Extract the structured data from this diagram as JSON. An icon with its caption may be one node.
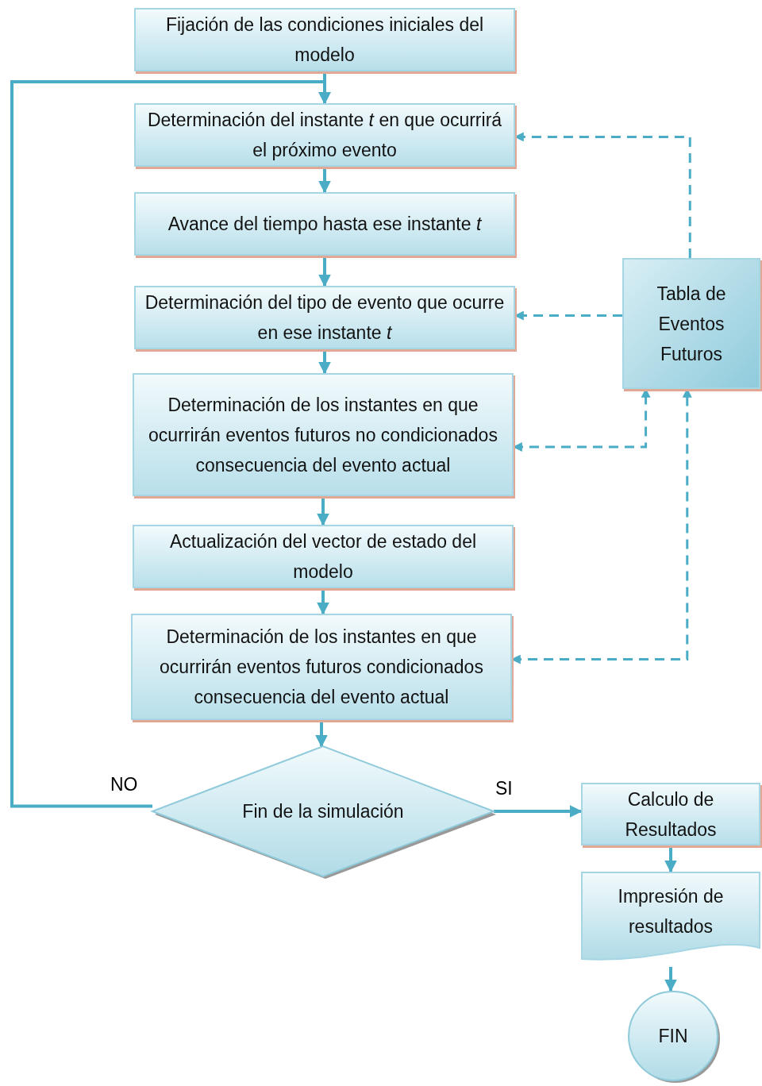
{
  "diagram": {
    "nodes": [
      {
        "text": [
          "Fijación de las condiciones iniciales del modelo"
        ]
      },
      {
        "text": [
          "Determinación del instante *t* en que ocurrirá el próximo evento"
        ]
      },
      {
        "text": [
          "Avance del tiempo hasta ese instante *t*"
        ]
      },
      {
        "text": [
          "Determinación del tipo de evento que ocurre en ese instante *t*"
        ]
      },
      {
        "text": [
          "Determinación de los instantes en que ocurrirán eventos futuros no condicionados consecuencia del evento actual"
        ]
      },
      {
        "text": [
          "Actualización del vector de estado del modelo"
        ]
      },
      {
        "text": [
          "Determinación de los instantes en que ocurrirán eventos futuros condicionados consecuencia del evento actual"
        ]
      },
      {
        "text": [
          "Fin de la simulación"
        ]
      },
      {
        "text": [
          "Tabla de Eventos Futuros"
        ]
      },
      {
        "text": [
          "Calculo de Resultados"
        ]
      },
      {
        "text": [
          "Impresión de resultados"
        ]
      },
      {
        "text": [
          "FIN"
        ]
      }
    ],
    "edges": [
      {
        "from": 0,
        "to": 1,
        "arrow": "to"
      },
      {
        "from": 1,
        "to": 2,
        "arrow": "to"
      },
      {
        "from": 2,
        "to": 3,
        "arrow": "to"
      },
      {
        "from": 3,
        "to": 4,
        "arrow": "to"
      },
      {
        "from": 4,
        "to": 5,
        "arrow": "to"
      },
      {
        "from": 5,
        "to": 6,
        "arrow": "to"
      },
      {
        "from": 6,
        "to": 7,
        "arrow": "to"
      },
      {
        "from": 7,
        "to": 1,
        "arrow": "to",
        "label": "NO"
      },
      {
        "from": 7,
        "to": 9,
        "arrow": "to",
        "label": "SI"
      },
      {
        "from": 8,
        "to": 1,
        "arrow": "to",
        "style": "dashed"
      },
      {
        "from": 8,
        "to": 3,
        "arrow": "to",
        "style": "dashed"
      },
      {
        "from": 4,
        "to": 8,
        "arrow": "both",
        "style": "dashed"
      },
      {
        "from": 6,
        "to": 8,
        "arrow": "both",
        "style": "dashed"
      },
      {
        "from": 9,
        "to": 10,
        "arrow": "to"
      },
      {
        "from": 10,
        "to": 11,
        "arrow": "to"
      }
    ]
  }
}
